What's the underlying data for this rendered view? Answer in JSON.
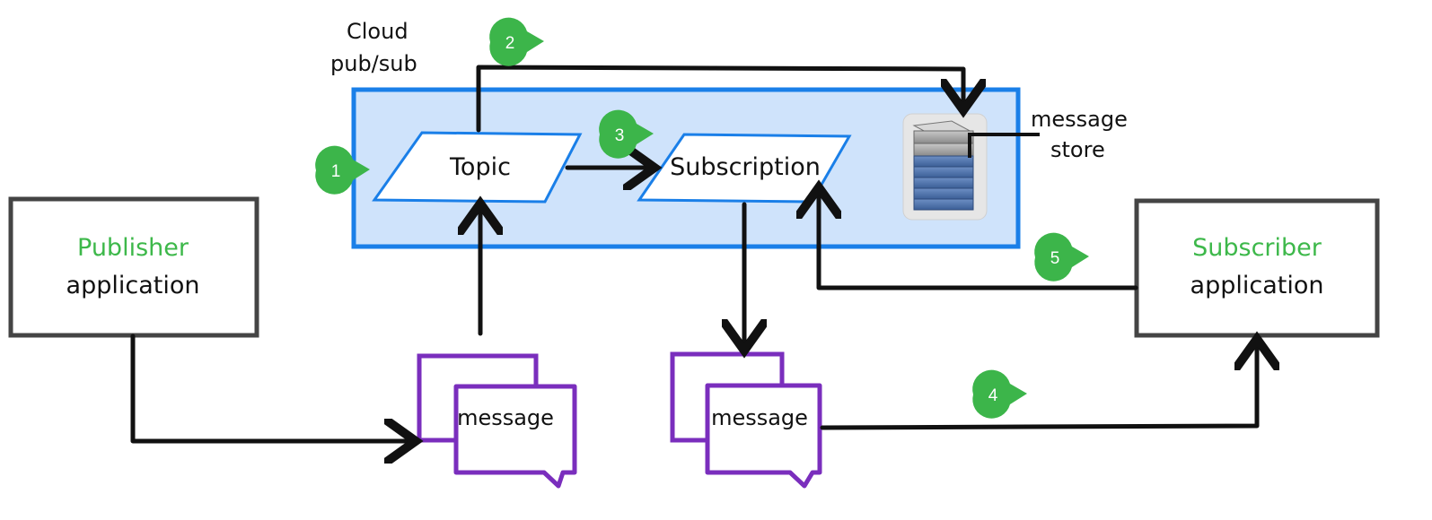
{
  "colors": {
    "green": "#3db84a",
    "badge_green": "#3cb54a",
    "blue_border": "#1a7fe8",
    "blue_fill": "#cfe3fb",
    "purple": "#7a2ebd",
    "black": "#111111",
    "gray_box": "#444444"
  },
  "labels": {
    "cloud_line1": "Cloud",
    "cloud_line2": "pub/sub",
    "topic": "Topic",
    "subscription": "Subscription",
    "message_store_line1": "message",
    "message_store_line2": "store",
    "publisher_line1": "Publisher",
    "publisher_line2": "application",
    "subscriber_line1": "Subscriber",
    "subscriber_line2": "application",
    "message_left": "message",
    "message_right": "message"
  },
  "badges": [
    "1",
    "2",
    "3",
    "4",
    "5"
  ],
  "icons": {
    "message_store": "server-stack-icon"
  }
}
